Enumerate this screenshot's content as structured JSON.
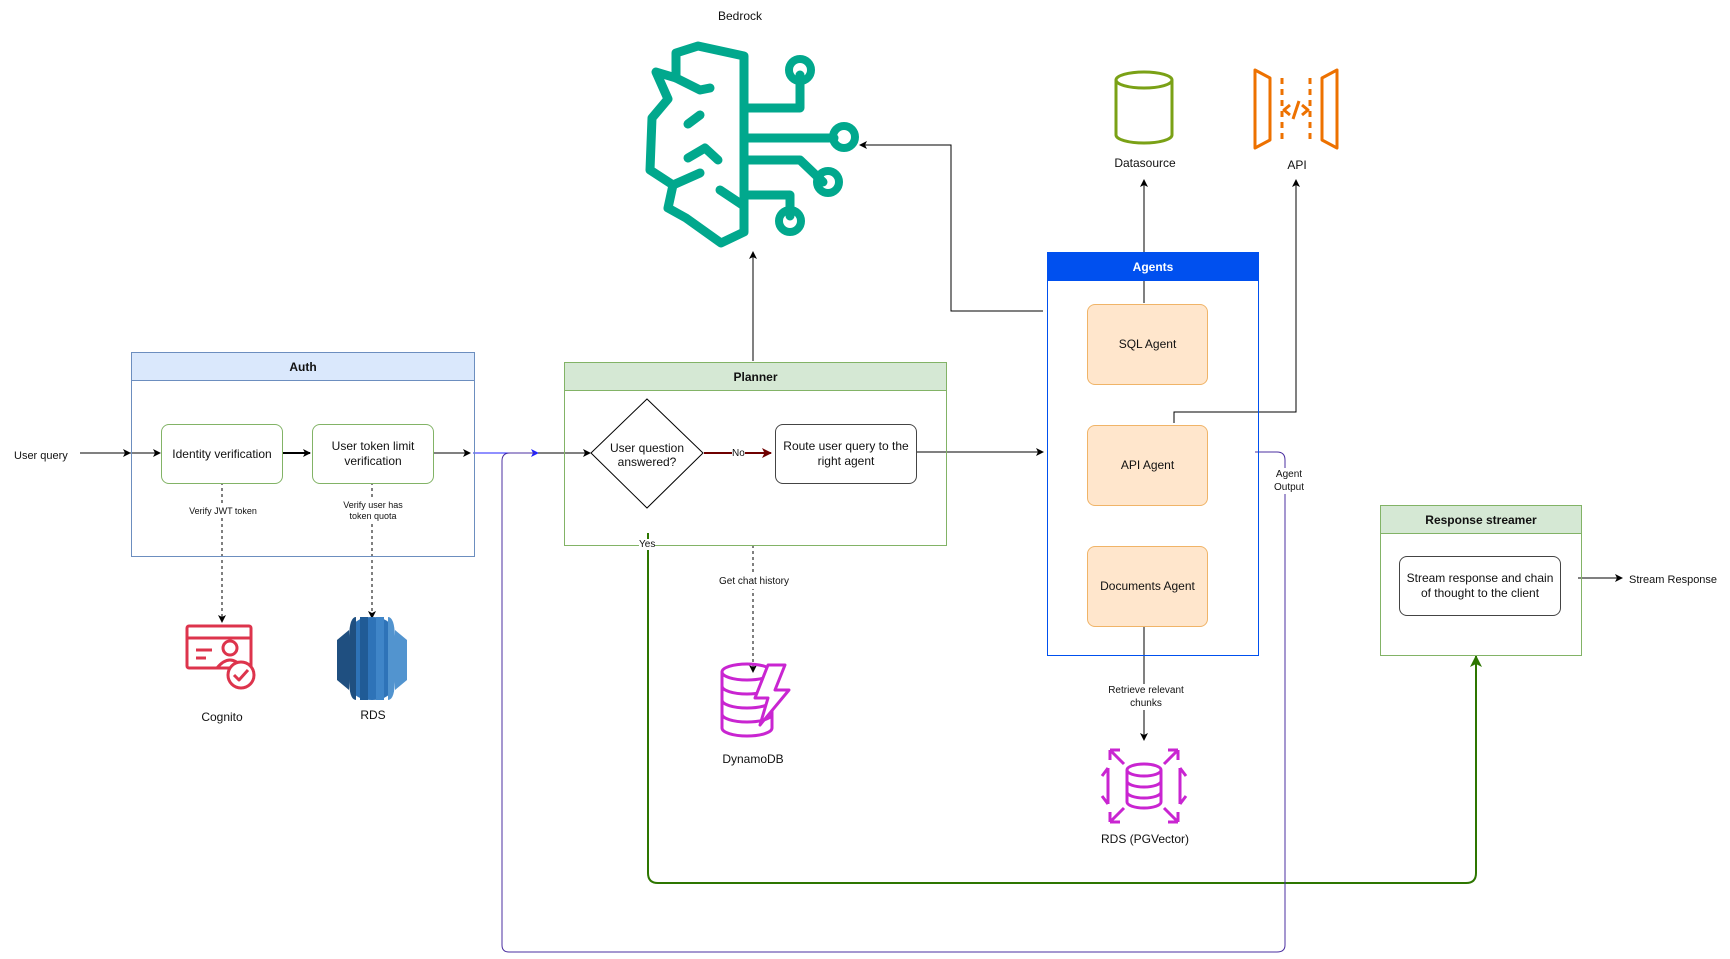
{
  "input": {
    "user_query": "User query"
  },
  "auth": {
    "title": "Auth",
    "identity_verification": "Identity verification",
    "token_limit_verification": "User token limit verification",
    "verify_jwt": "Verify JWT token",
    "verify_quota": "Verify user has token quota"
  },
  "services": {
    "cognito": "Cognito",
    "rds": "RDS",
    "dynamodb": "DynamoDB",
    "bedrock": "Bedrock",
    "datasource": "Datasource",
    "api": "API",
    "rds_pgvector": "RDS (PGVector)"
  },
  "planner": {
    "title": "Planner",
    "decision": "User question answered?",
    "no_label": "No",
    "yes_label": "Yes",
    "route": "Route user query to the right agent",
    "chat_history": "Get chat history"
  },
  "agents": {
    "title": "Agents",
    "sql": "SQL Agent",
    "api": "API Agent",
    "documents": "Documents Agent",
    "output_label": "Agent Output",
    "retrieve_label": "Retrieve relevant chunks"
  },
  "streamer": {
    "title": "Response streamer",
    "node": "Stream response and chain of thought to the client",
    "output": "Stream Response"
  },
  "colors": {
    "auth_border": "#6c8ebf",
    "auth_fill": "#dae8fc",
    "planner_border": "#82b366",
    "planner_fill": "#d5e8d4",
    "agents_header": "#0050ef",
    "bedrock_green": "#01a88d",
    "datasource_green": "#7aa116",
    "api_orange": "#ed7100",
    "cognito_red": "#dd344c",
    "rds_blue": "#2e73b8",
    "dynamo_magenta": "#c925d1",
    "yes_path_green": "#2d7600",
    "loop_purple": "#4b2fa0",
    "no_arrow_dark_red": "#6f0000"
  }
}
